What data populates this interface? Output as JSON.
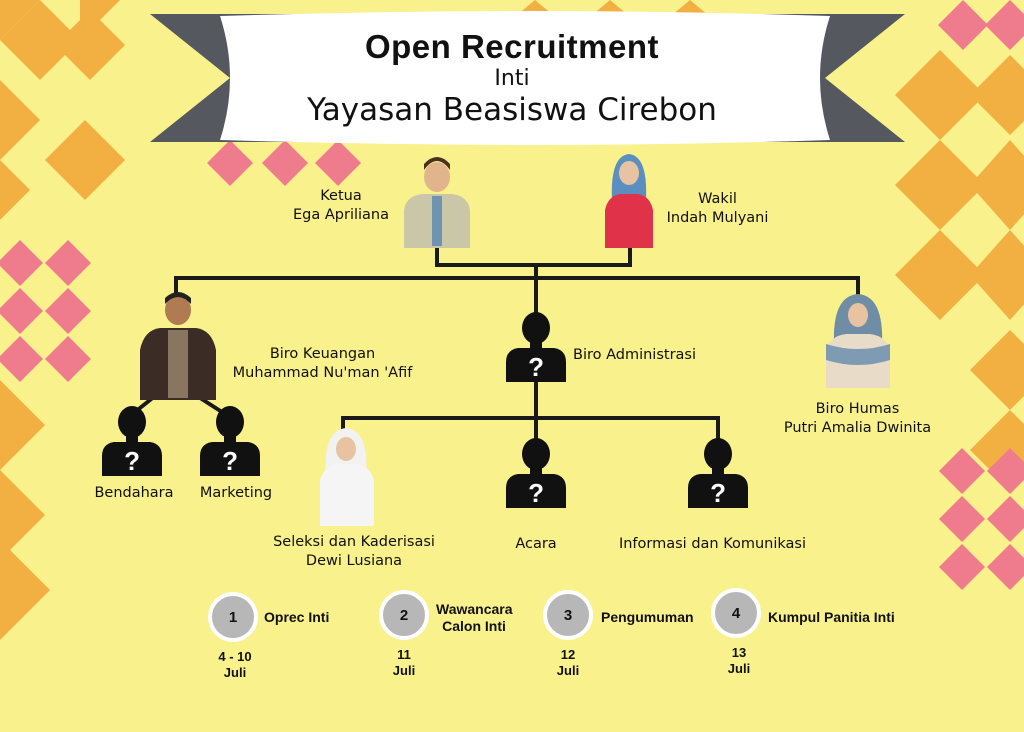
{
  "banner": {
    "title": "Open Recruitment",
    "subtitle": "Inti",
    "organization": "Yayasan Beasiswa Cirebon"
  },
  "org": {
    "ketua": {
      "role": "Ketua",
      "name": "Ega Apriliana"
    },
    "wakil": {
      "role": "Wakil",
      "name": "Indah Mulyani"
    },
    "keuangan": {
      "role": "Biro Keuangan",
      "name": "Muhammad Nu'man 'Afif"
    },
    "administrasi": {
      "role": "Biro Administrasi"
    },
    "humas": {
      "role": "Biro Humas",
      "name": "Putri Amalia Dwinita"
    },
    "bendahara": {
      "role": "Bendahara"
    },
    "marketing": {
      "role": "Marketing"
    },
    "seleksi": {
      "role": "Seleksi dan Kaderisasi",
      "name": "Dewi Lusiana"
    },
    "acara": {
      "role": "Acara"
    },
    "infokom": {
      "role": "Informasi dan Komunikasi"
    }
  },
  "timeline": [
    {
      "num": "1",
      "label": "Oprec Inti",
      "date_line1": "4 - 10",
      "date_line2": "Juli"
    },
    {
      "num": "2",
      "label_line1": "Wawancara",
      "label_line2": "Calon Inti",
      "date_line1": "11",
      "date_line2": "Juli"
    },
    {
      "num": "3",
      "label": "Pengumuman",
      "date_line1": "12",
      "date_line2": "Juli"
    },
    {
      "num": "4",
      "label": "Kumpul Panitia Inti",
      "date_line1": "13",
      "date_line2": "Juli"
    }
  ],
  "colors": {
    "background": "#f8f18c",
    "orange_diamond": "#f2b043",
    "pink_diamond": "#ef7c8c",
    "banner_dark": "#55585e",
    "line": "#1a1a1a",
    "silhouette": "#111111"
  }
}
